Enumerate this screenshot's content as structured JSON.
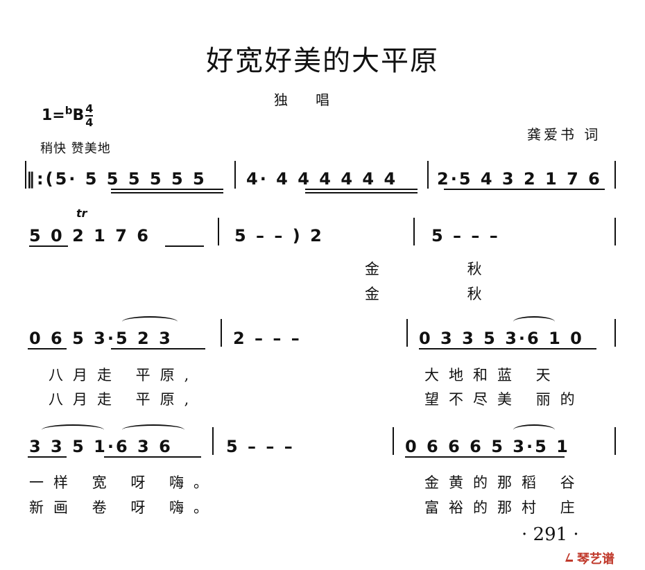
{
  "title": "好宽好美的大平原",
  "subtitle": "独唱",
  "key": {
    "prefix": "1=",
    "flat": "b",
    "note": "B",
    "numerator": "4",
    "denominator": "4"
  },
  "tempo": "稍快 赞美地",
  "lyricist": "龚爱书 词",
  "trill": "tr",
  "lines": [
    {
      "notes": [
        "‖:(5·  5 5 5 5 5 5",
        "4·  4 4 4 4 4 4",
        "2·5 4 3 2 1 7 6"
      ]
    },
    {
      "notes": [
        "5 0 2  1  7 6",
        "5 – – ) 2",
        "5 – – –"
      ],
      "verse1": "金 秋",
      "verse2": "金 秋"
    },
    {
      "notes": [
        "0 6  5 3·5 2 3",
        "2 – – –",
        "0 3 3 5 3·6 1 0"
      ],
      "verse1_a": "八月走 平原,",
      "verse1_b": "大地和蓝 天",
      "verse2_a": "八月走 平原,",
      "verse2_b": "望不尽美 丽的"
    },
    {
      "notes": [
        "3 3  5 1·6 3 6",
        "5 – – –",
        "0 6 6 6 5 3·5 1"
      ],
      "verse1_a": "一样 宽 呀 嗨。",
      "verse1_b": "金黄的那稻 谷",
      "verse2_a": "新画 卷 呀 嗨。",
      "verse2_b": "富裕的那村 庄"
    }
  ],
  "page_number": "· 291 ·",
  "watermark": "琴艺谱"
}
